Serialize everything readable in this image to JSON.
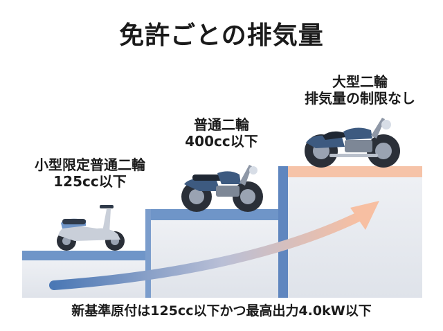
{
  "title": "免許ごとの排気量",
  "steps": [
    {
      "name": "小型限定普通二輪",
      "detail": "125cc以下"
    },
    {
      "name": "普通二輪",
      "detail": "400cc以下"
    },
    {
      "name": "大型二輪",
      "detail": "排気量の制限なし"
    }
  ],
  "footnote": "新基準原付は125cc以下かつ最高出力4.0kW以下",
  "icons": [
    "scooter-icon",
    "standard-motorcycle-icon",
    "cruiser-motorcycle-icon"
  ],
  "colors": {
    "step_face": "#dfe3ea",
    "step_top": "#6f95c8",
    "step_top_large": "#f6c3a8",
    "arrow_start": "#4b78b5",
    "arrow_end": "#f7bfa2",
    "bike_body": "#3d5a80"
  }
}
